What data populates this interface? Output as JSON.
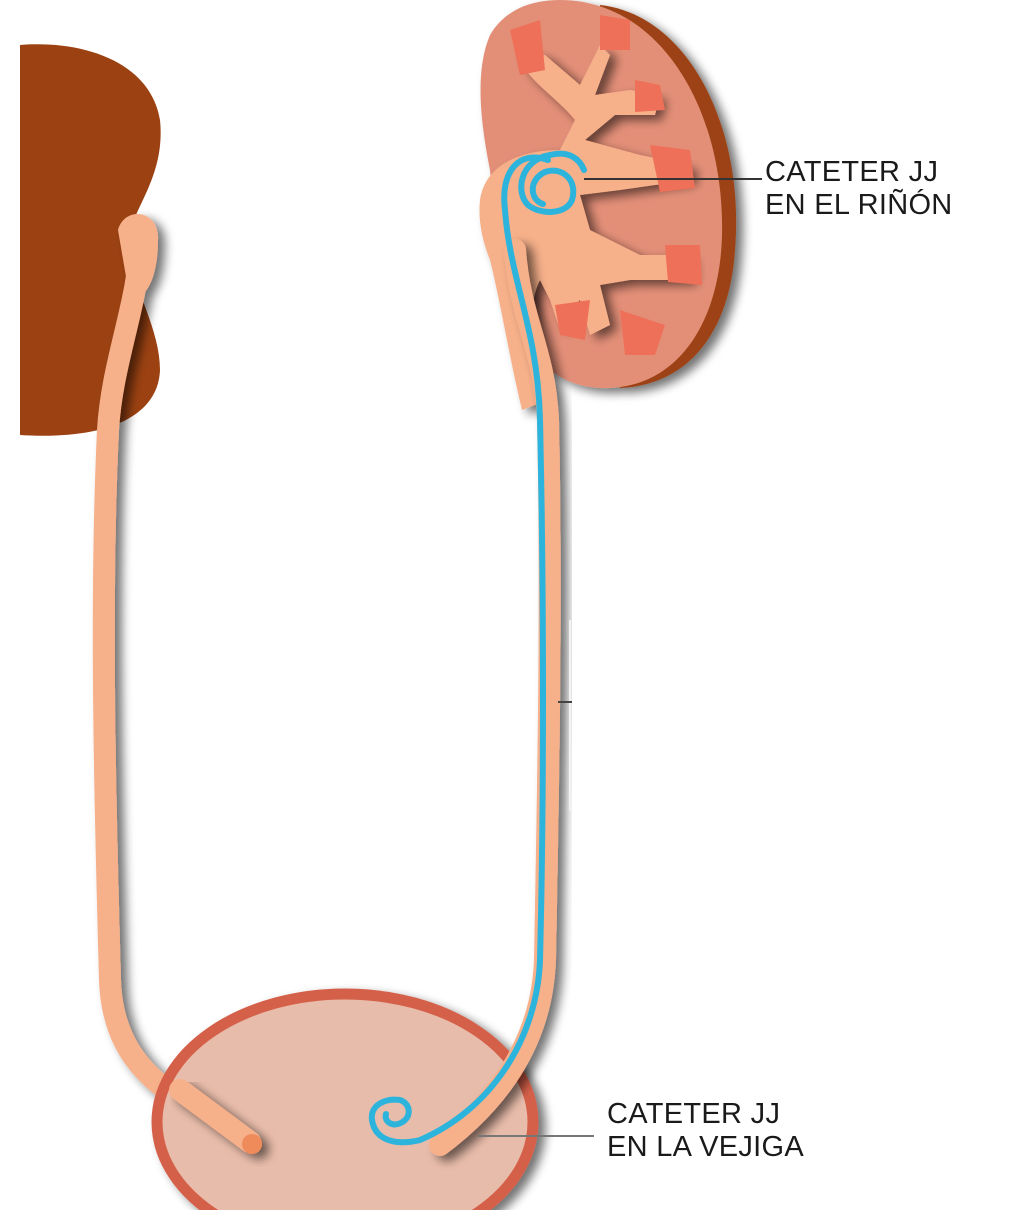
{
  "labels": {
    "kidney": {
      "line1": "CATETER JJ",
      "line2": "EN EL RIÑÓN"
    },
    "bladder": {
      "line1": "CATETER JJ",
      "line2": "EN LA VEJIGA"
    }
  },
  "colors": {
    "kidney_dark": "#9c4212",
    "kidney_cortex": "#e38f78",
    "pyramids": "#ef7059",
    "ureter": "#f6b08a",
    "catheter": "#2db4dc",
    "bladder_fill": "#e8bcaa",
    "bladder_wall": "#d5604a"
  }
}
